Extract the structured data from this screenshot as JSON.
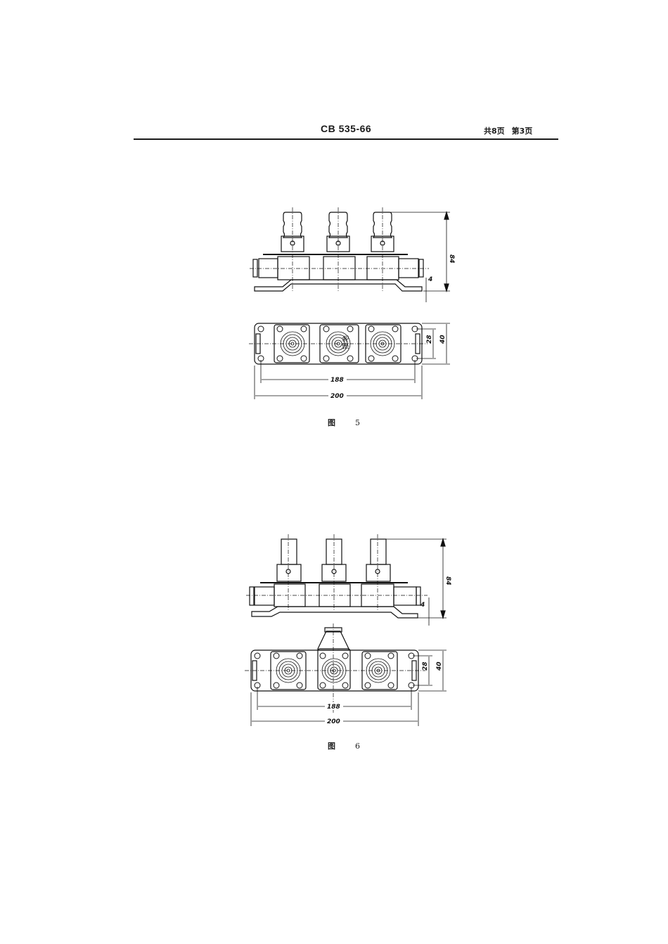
{
  "header": {
    "standard_code": "CB 535-66",
    "total_pages": "共8页",
    "current_page": "第3页"
  },
  "figures": [
    {
      "id": "fig5",
      "caption_label": "图",
      "caption_number": "5",
      "side_view": {
        "dimension_height": "84",
        "dimension_small": "4"
      },
      "top_view": {
        "dimension_inner_width": "188",
        "dimension_outer_width": "200",
        "dimension_inner_height": "28",
        "dimension_outer_height": "40",
        "label": "接地"
      }
    },
    {
      "id": "fig6",
      "caption_label": "图",
      "caption_number": "6",
      "side_view": {
        "dimension_height": "84",
        "dimension_small": "4"
      },
      "top_view": {
        "dimension_inner_width": "188",
        "dimension_outer_width": "200",
        "dimension_inner_height": "28",
        "dimension_outer_height": "40"
      }
    }
  ]
}
